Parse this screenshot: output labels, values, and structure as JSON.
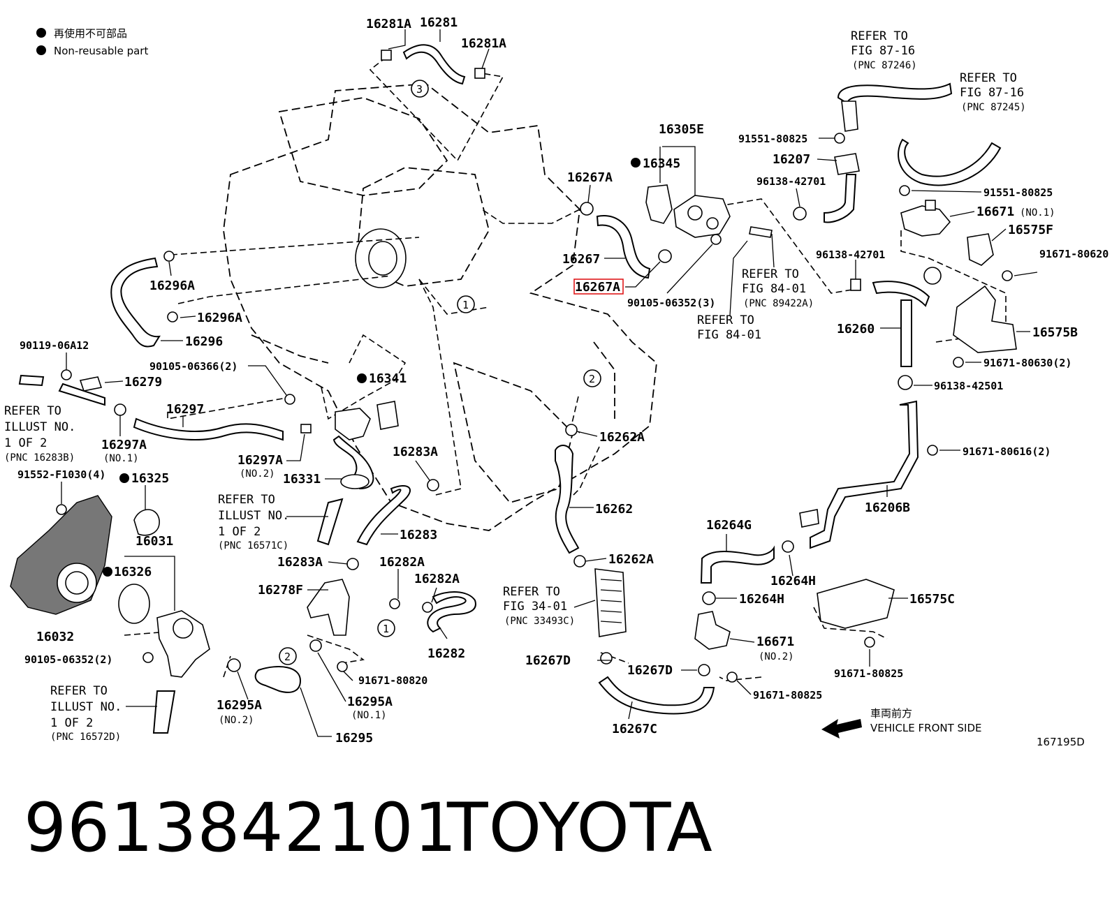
{
  "legend": {
    "japanese": "再使用不可部品",
    "english": "Non-reusable part"
  },
  "labels": {
    "p16281A_l": "16281A",
    "p16281": "16281",
    "p16281A_r": "16281A",
    "p16296A_a": "16296A",
    "p16296A_b": "16296A",
    "p16296": "16296",
    "p90119": "90119-06A12",
    "p16279": "16279",
    "p90105_06366": "90105-06366(2)",
    "p16297": "16297",
    "p16297A_l": "16297A",
    "p16297A_l_sub": "(NO.1)",
    "p16341": "16341",
    "p16297A_r": "16297A",
    "p16297A_r_sub": "(NO.2)",
    "p16331": "16331",
    "p16283A_t": "16283A",
    "p16283": "16283",
    "p16283A_b": "16283A",
    "p91552": "91552-F1030(4)",
    "p16325": "16325",
    "p16031": "16031",
    "p16326": "16326",
    "p16032": "16032",
    "p90105_06352_2": "90105-06352(2)",
    "p16295A_l": "16295A",
    "p16295A_l_sub": "(NO.2)",
    "p16295A_r": "16295A",
    "p16295A_r_sub": "(NO.1)",
    "p16295": "16295",
    "p16278F": "16278F",
    "p16282A_a": "16282A",
    "p16282A_b": "16282A",
    "p16282": "16282",
    "p91671_80820": "91671-80820",
    "p16262A_t": "16262A",
    "p16262": "16262",
    "p16262A_b": "16262A",
    "p16267D_l": "16267D",
    "p16267D_r": "16267D",
    "p16267C": "16267C",
    "p16264G": "16264G",
    "p16264H_a": "16264H",
    "p16264H_b": "16264H",
    "p16671_no2": "16671",
    "p16671_no2_sub": "(NO.2)",
    "p91671_80825_b": "91671-80825",
    "p16575C": "16575C",
    "p91671_80825_c": "91671-80825",
    "p16206B": "16206B",
    "p91671_80616": "91671-80616(2)",
    "p96138_42501": "96138-42501",
    "p91671_80630": "91671-80630(2)",
    "p16575B": "16575B",
    "p16260": "16260",
    "p96138_42701_b": "96138-42701",
    "p91671_80620": "91671-80620",
    "p16575F": "16575F",
    "p16671_no1": "16671",
    "p16671_no1_sub": "(NO.1)",
    "p91551_80825_b": "91551-80825",
    "p16207": "16207",
    "p96138_42701_a": "96138-42701",
    "p91551_80825_a": "91551-80825",
    "p16305E": "16305E",
    "p16345": "16345",
    "p16267A_t": "16267A",
    "p16267": "16267",
    "p16267A_h": "16267A",
    "p90105_06352_3": "90105-06352(3)"
  },
  "callouts": {
    "refer_1": [
      "REFER TO",
      "FIG 87-16",
      "(PNC 87246)"
    ],
    "refer_2": [
      "REFER TO",
      "FIG 87-16",
      "(PNC 87245)"
    ],
    "refer_3": [
      "REFER TO",
      "FIG 84-01",
      "(PNC 89422A)"
    ],
    "refer_4": [
      "REFER TO",
      "FIG 84-01"
    ],
    "refer_5": [
      "REFER TO",
      "ILLUST NO.",
      "1 OF 2",
      "(PNC 16283B)"
    ],
    "refer_6": [
      "REFER TO",
      "ILLUST NO.",
      "1 OF 2",
      "(PNC 16571C)"
    ],
    "refer_7": [
      "REFER TO",
      "ILLUST NO.",
      "1 OF 2",
      "(PNC 16572D)"
    ],
    "refer_8": [
      "REFER TO",
      "FIG 34-01",
      "(PNC 33493C)"
    ]
  },
  "circles": {
    "c1": "1",
    "c2": "2",
    "c3": "3"
  },
  "direction": {
    "japanese": "車両前方",
    "english": "VEHICLE FRONT SIDE"
  },
  "figure_code": "167195D",
  "highlight_color": "#e0191b",
  "footer": {
    "part_number": "9613842101",
    "brand": "TOYOTA"
  }
}
